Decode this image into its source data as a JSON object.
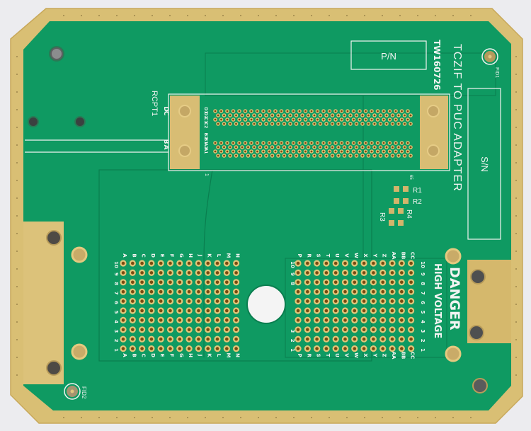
{
  "board": {
    "title": "TCZIF TO PUC ADAPTER",
    "revision": "TW160726",
    "part_number_label": "P/N",
    "serial_number_label": "S/N",
    "warning_line1": "DANGER",
    "warning_line2": "HIGH VOLTAGE",
    "connector_ref": "RCPT1",
    "connector_row_labels_top": [
      "D1",
      "D2",
      "C1",
      "C2"
    ],
    "connector_row_labels_bottom": [
      "B2",
      "B1",
      "A2",
      "A1"
    ],
    "connector_side_labels": [
      "C",
      "D",
      "B",
      "A"
    ],
    "connector_pin1_mark": "1",
    "fiducials": [
      "FID1",
      "FID2"
    ],
    "resistors": [
      "R1",
      "R2",
      "R3",
      "R4"
    ],
    "small_mark": "65",
    "colors": {
      "solder_mask": "#0f9a62",
      "gold": "#d9bf74",
      "gold_edge": "#c9a95a",
      "silkscreen": "#f2f4f2",
      "pad_hole": "#7a4a10",
      "background": "#ececef"
    }
  },
  "grid_left": {
    "columns": [
      "A",
      "B",
      "C",
      "D",
      "E",
      "F",
      "G",
      "H",
      "J",
      "K",
      "L",
      "M",
      "N"
    ],
    "rows": [
      "10",
      "9",
      "8",
      "7",
      "6",
      "5",
      "4",
      "3",
      "2",
      "1"
    ]
  },
  "grid_right": {
    "columns": [
      "P",
      "R",
      "S",
      "T",
      "U",
      "V",
      "W",
      "X",
      "Y",
      "Z",
      "AA",
      "BB",
      "CC"
    ],
    "rows_left_labels": [
      "10",
      "9",
      "8",
      "",
      "",
      "",
      "",
      "3",
      "2",
      "1"
    ],
    "rows_right_labels": [
      "10",
      "9",
      "8",
      "7",
      "6",
      "5",
      "4",
      "3",
      "2",
      "1"
    ]
  }
}
